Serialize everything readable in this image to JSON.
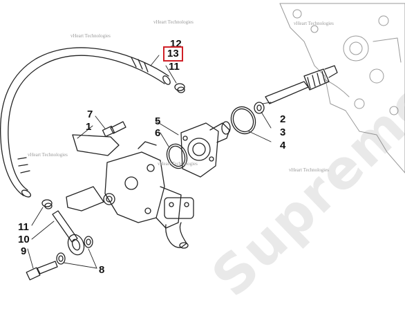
{
  "callouts": {
    "c1": "1",
    "c2": "2",
    "c3": "3",
    "c4": "4",
    "c5": "5",
    "c6": "6",
    "c7": "7",
    "c8": "8",
    "c9": "9",
    "c10": "10",
    "c11_top": "11",
    "c11_left": "11",
    "c12": "12",
    "c13": "13"
  },
  "highlight_color": "#d01f26",
  "watermarks": {
    "small": "vHeart Technologies",
    "large": "Supremelife"
  }
}
